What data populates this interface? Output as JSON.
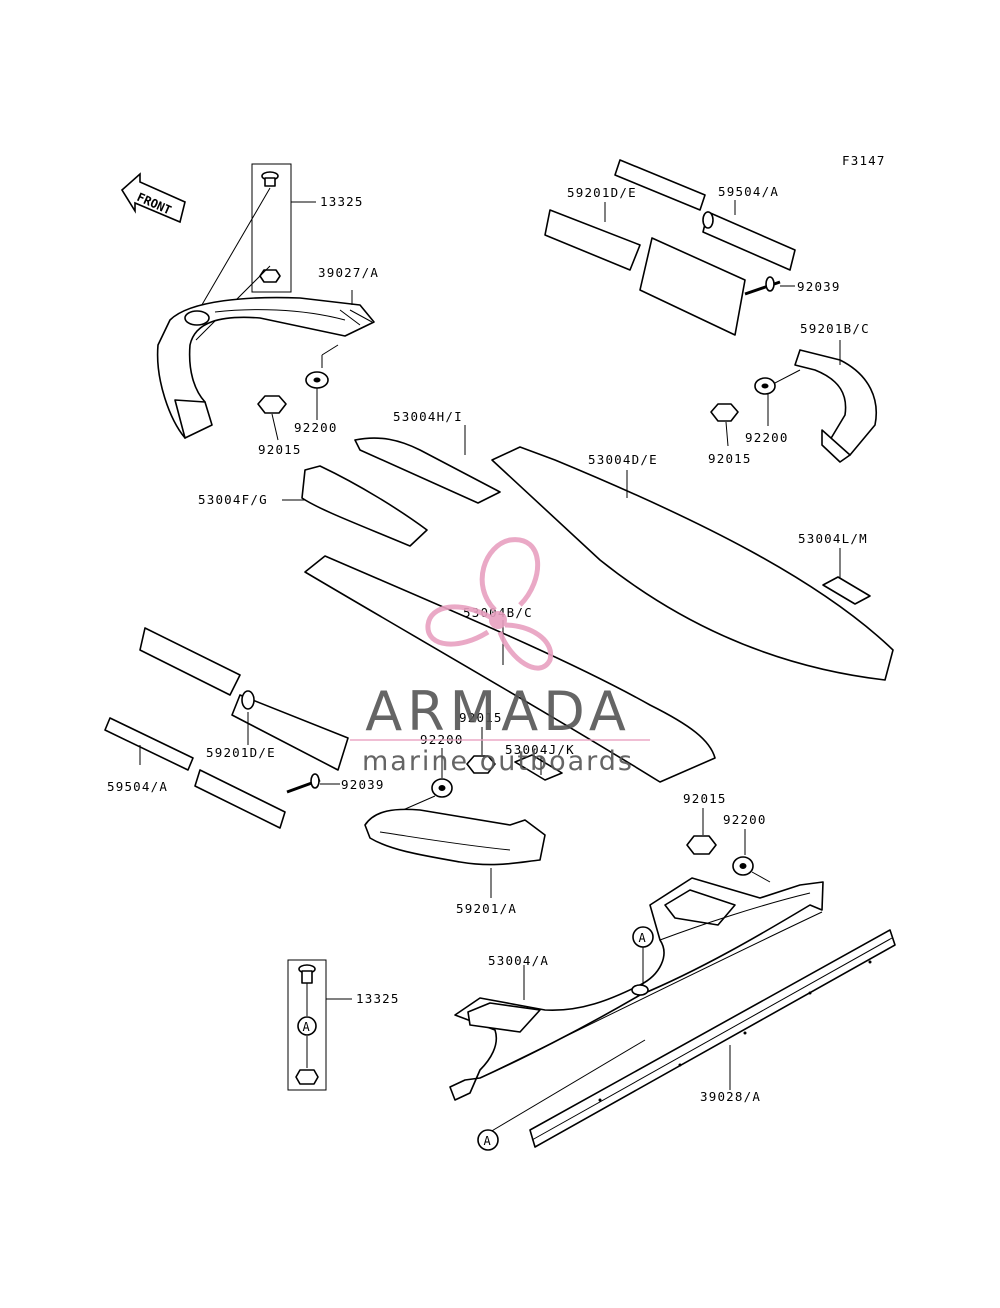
{
  "figure_code": "F3147",
  "front_label": "FRONT",
  "callout_a": "A",
  "labels": {
    "p13325_top": "13325",
    "p39027": "39027/A",
    "p92200_left": "92200",
    "p92015_left": "92015",
    "p59201de_top": "59201D/E",
    "p59504_top": "59504/A",
    "p92039_top": "92039",
    "p59201bc": "59201B/C",
    "p92200_right": "92200",
    "p92015_right": "92015",
    "p53004hi": "53004H/I",
    "p53004de": "53004D/E",
    "p53004fg": "53004F/G",
    "p53004lm": "53004L/M",
    "p53004bc": "53004B/C",
    "p92015_mid": "92015",
    "p92200_mid": "92200",
    "p53004jk": "53004J/K",
    "p59201de_bottom": "59201D/E",
    "p59504_bottom": "59504/A",
    "p92039_bottom": "92039",
    "p59201a": "59201/A",
    "p92015_lower": "92015",
    "p92200_lower": "92200",
    "p53004a": "53004/A",
    "p13325_bottom": "13325",
    "p39028": "39028/A"
  },
  "watermark": {
    "brand": "ARMADA",
    "tagline": "marine outboards",
    "brand_color": "#555555",
    "logo_color": "#e8a0c0"
  }
}
